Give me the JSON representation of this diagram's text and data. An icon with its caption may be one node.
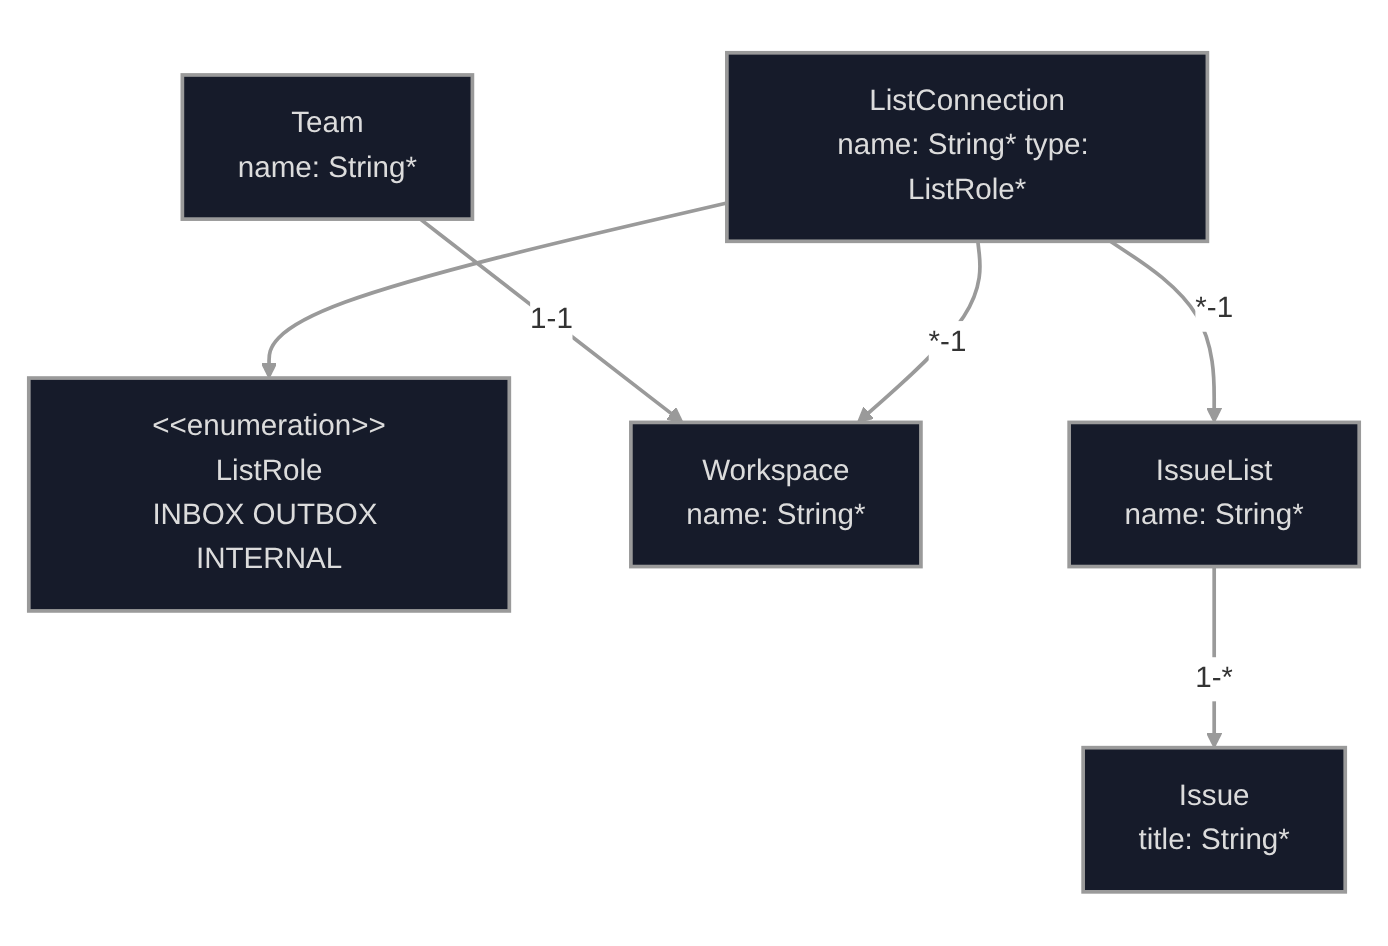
{
  "diagram": {
    "nodes": [
      {
        "text": [
          "Team",
          "name: String*"
        ]
      },
      {
        "text": [
          "ListConnection",
          "name: String* type: ListRole*"
        ]
      },
      {
        "text": [
          "<<enumeration>>",
          "ListRole",
          "INBOX OUTBOX INTERNAL"
        ]
      },
      {
        "text": [
          "Workspace",
          "name: String*"
        ]
      },
      {
        "text": [
          "IssueList",
          "name: String*"
        ]
      },
      {
        "text": [
          "Issue",
          "title: String*"
        ]
      }
    ],
    "edges": [
      {
        "from": 1,
        "to": 2,
        "arrow": "to"
      },
      {
        "from": 0,
        "to": 3,
        "arrow": "to",
        "label": "1-1"
      },
      {
        "from": 1,
        "to": 3,
        "arrow": "to",
        "label": "*-1"
      },
      {
        "from": 1,
        "to": 4,
        "arrow": "to",
        "label": "*-1"
      },
      {
        "from": 4,
        "to": 5,
        "arrow": "to",
        "label": "1-*"
      }
    ]
  }
}
